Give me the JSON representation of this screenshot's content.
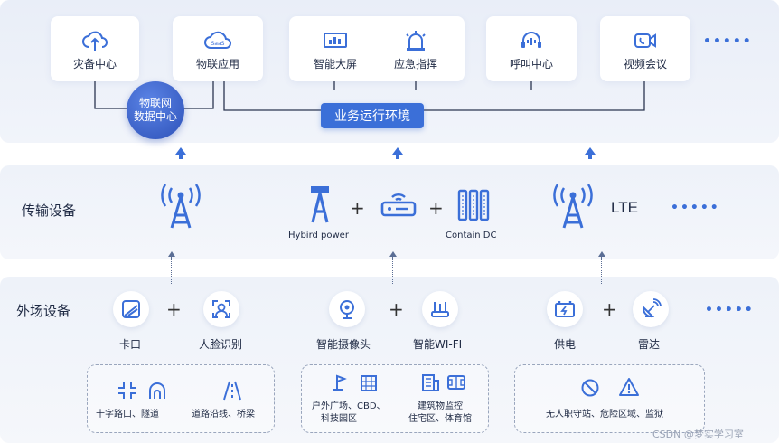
{
  "colors": {
    "accent": "#3b6fd8",
    "ink": "#1f2a44",
    "hub_bg": "#3a62c9",
    "banner_bg": "#3b6fd8"
  },
  "top": {
    "apps": [
      {
        "label": "灾备中心",
        "icon": "cloud-upload-icon"
      },
      {
        "label": "物联应用",
        "icon": "saas-cloud-icon"
      },
      {
        "label": "智能大屏",
        "icon": "dashboard-screen-icon"
      },
      {
        "label": "应急指挥",
        "icon": "alarm-light-icon"
      },
      {
        "label": "呼叫中心",
        "icon": "headset-icon"
      },
      {
        "label": "视频会议",
        "icon": "video-call-icon"
      }
    ],
    "saas_tag": "SaaS",
    "hub_line1": "物联网",
    "hub_line2": "数据中心",
    "banner": "业务运行环境",
    "more": "•••••"
  },
  "mid": {
    "title": "传输设备",
    "hybrid_label": "Hybird power",
    "contain_label": "Contain DC",
    "lte_label": "LTE",
    "plus": "+",
    "more": "•••••"
  },
  "bot": {
    "title": "外场设备",
    "devices": [
      {
        "label": "卡口",
        "icon": "checkpoint-icon"
      },
      {
        "label": "人脸识别",
        "icon": "face-scan-icon"
      },
      {
        "label": "智能摄像头",
        "icon": "webcam-icon"
      },
      {
        "label": "智能WI-FI",
        "icon": "wifi-router-icon"
      },
      {
        "label": "供电",
        "icon": "battery-icon"
      },
      {
        "label": "雷达",
        "icon": "radar-dish-icon"
      }
    ],
    "plus": "+",
    "more": "•••••",
    "scenes": {
      "g1": [
        "十字路口、隧道",
        "道路沿线、桥梁"
      ],
      "g2a": [
        "户外广场、CBD、",
        "科技园区"
      ],
      "g2b": [
        "建筑物监控",
        "住宅区、体育馆"
      ],
      "g3": [
        "无人职守站、危险区域、监狱"
      ]
    }
  },
  "watermark": "CSDN @梦实学习室"
}
